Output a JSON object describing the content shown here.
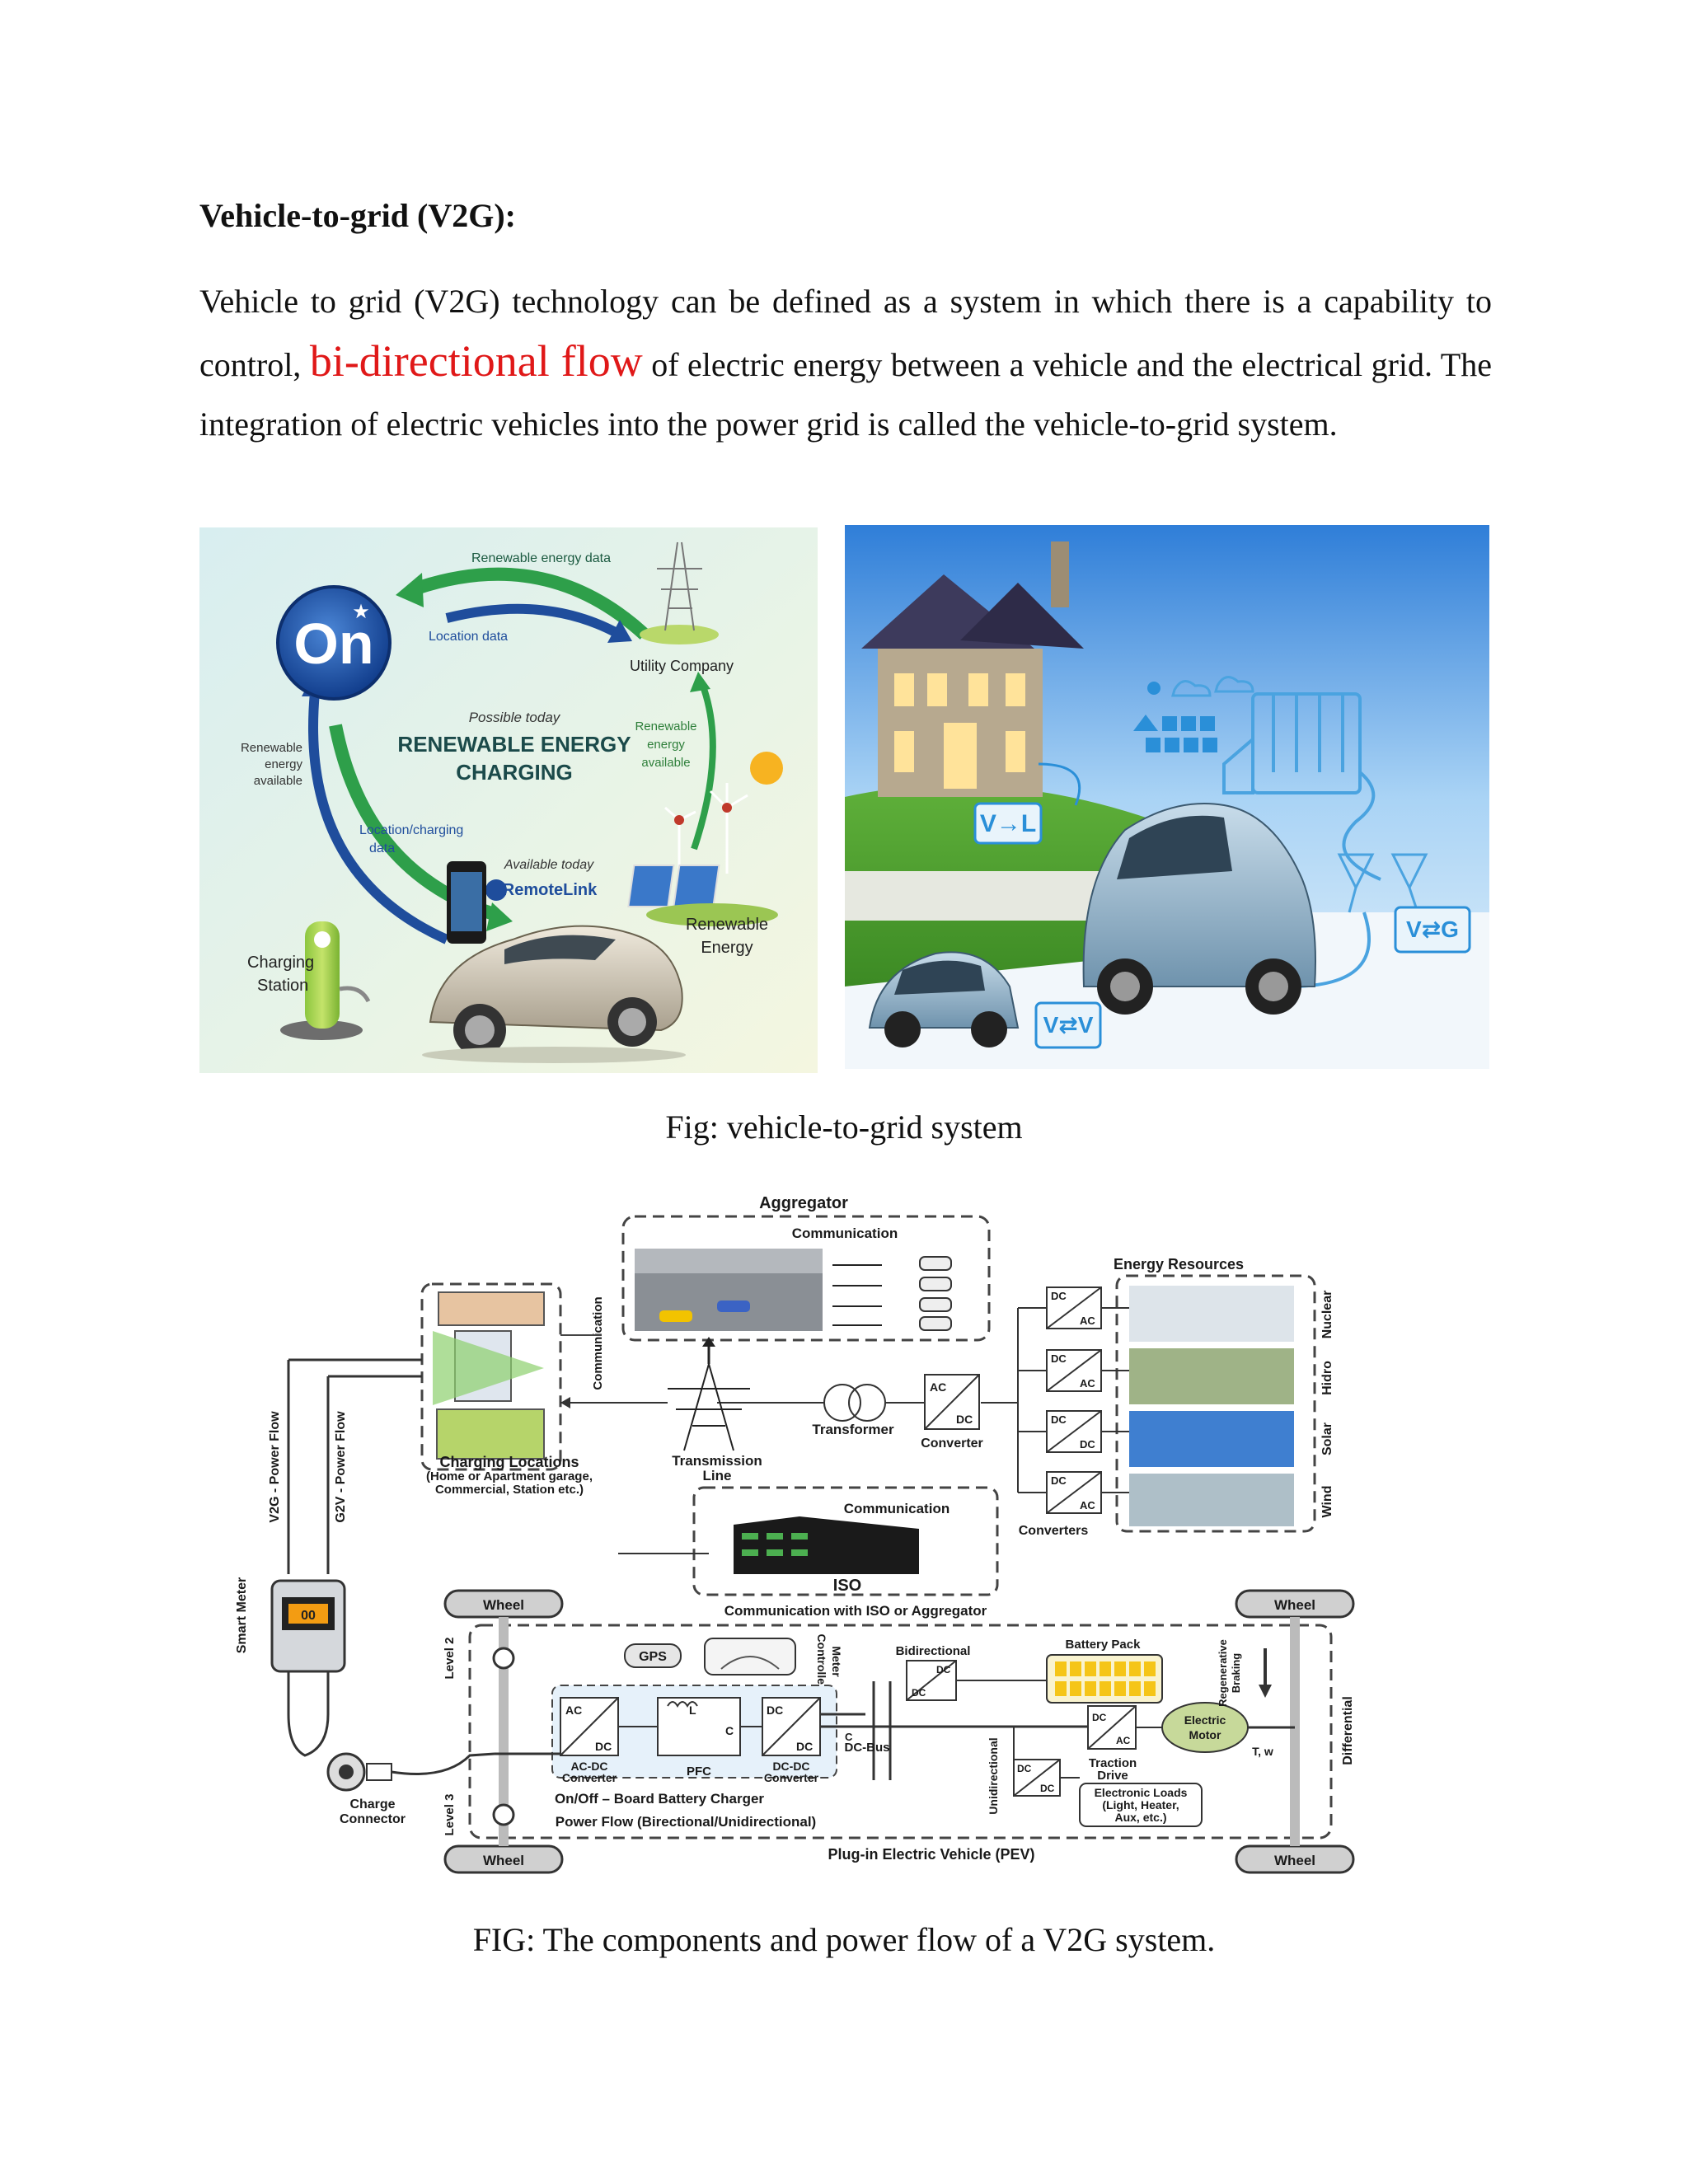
{
  "title": "Vehicle-to-grid (V2G):",
  "paragraph": {
    "before": "Vehicle to grid (V2G) technology can be defined as a system in which there is a capability to control, ",
    "highlight": "bi-directional flow",
    "after": " of electric energy between a vehicle and the electrical grid. The integration of electric vehicles into the power grid is called the vehicle-to-grid system."
  },
  "figure1": {
    "left": {
      "renewable_energy_data": "Renewable energy data",
      "location_data": "Location data",
      "utility_company": "Utility Company",
      "possible_today": "Possible today",
      "renewable_energy_charging_1": "RENEWABLE ENERGY",
      "renewable_energy_charging_2": "CHARGING",
      "renewable_available_left_1": "Renewable",
      "renewable_available_left_2": "energy",
      "renewable_available_left_3": "available",
      "renewable_available_right_1": "Renewable",
      "renewable_available_right_2": "energy",
      "renewable_available_right_3": "available",
      "location_charging_data_1": "Location/charging",
      "location_charging_data_2": "data",
      "available_today": "Available today",
      "remotelink": "RemoteLink",
      "on_logo": "On",
      "charging_station_1": "Charging",
      "charging_station_2": "Station",
      "renewable_energy_1": "Renewable",
      "renewable_energy_2": "Energy"
    },
    "right": {
      "v_l": "V→L",
      "v_g": "V⇄G",
      "v_v": "V⇄V"
    },
    "caption": "Fig: vehicle-to-grid system"
  },
  "figure2": {
    "aggregator": "Aggregator",
    "communication_top": "Communication",
    "communication_vertical": "Communication",
    "energy_resources": "Energy Resources",
    "nuclear": "Nuclear",
    "hidro": "Hidro",
    "solar": "Solar",
    "wind": "Wind",
    "dc": "DC",
    "ac": "AC",
    "transformer": "Transformer",
    "converter": "Converter",
    "converters": "Converters",
    "transmission_line_1": "Transmission",
    "transmission_line_2": "Line",
    "charging_locations_1": "Charging Locations",
    "charging_locations_2": "(Home or Apartment garage,",
    "charging_locations_3": "Commercial, Station etc.)",
    "v2g_power_flow": "V2G - Power Flow",
    "g2v_power_flow": "G2V - Power Flow",
    "smart_meter": "Smart Meter",
    "communication_iso": "Communication",
    "iso": "ISO",
    "communication_with_iso": "Communication with ISO or Aggregator",
    "wheel": "Wheel",
    "level2": "Level 2",
    "level3": "Level 3",
    "gps": "GPS",
    "controller_meter_1": "Controller",
    "controller_meter_2": "Meter",
    "bidirectional": "Bidirectional",
    "battery_pack": "Battery Pack",
    "regenerative_braking_1": "Regenerative",
    "regenerative_braking_2": "Braking",
    "differential": "Differential",
    "electric_motor_1": "Electric",
    "electric_motor_2": "Motor",
    "t_w": "T, w",
    "traction_drive_1": "Traction",
    "traction_drive_2": "Drive",
    "electronic_loads_1": "Electronic Loads",
    "electronic_loads_2": "(Light, Heater,",
    "electronic_loads_3": "Aux, etc.)",
    "dc_bus": "DC-Bus",
    "c": "C",
    "l": "L",
    "unidirectional": "Unidirectional",
    "ac_dc_converter_1": "AC-DC",
    "ac_dc_converter_2": "Converter",
    "pfc": "PFC",
    "dc_dc_converter_1": "DC-DC",
    "dc_dc_converter_2": "Converter",
    "onboard_charger": "On/Off – Board Battery Charger",
    "power_flow": "Power Flow (Birectional/Unidirectional)",
    "pev": "Plug-in Electric Vehicle (PEV)",
    "charge_connector_1": "Charge",
    "charge_connector_2": "Connector",
    "meter_display": "00",
    "caption": "FIG: The components and power flow of a V2G system."
  }
}
